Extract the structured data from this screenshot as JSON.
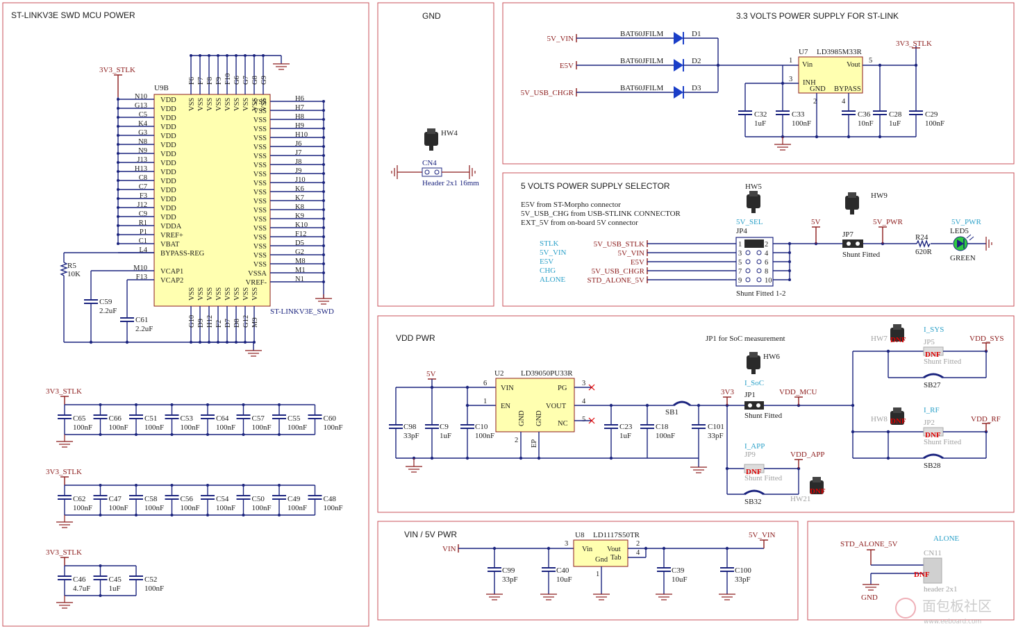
{
  "sections": {
    "mcu_power": "ST-LINKV3E SWD MCU POWER",
    "gnd": "GND",
    "st_link_supply": "3.3 VOLTS POWER SUPPLY FOR ST-LINK",
    "five_v_selector": "5 VOLTS POWER SUPPLY SELECTOR",
    "vdd_pwr": "VDD PWR",
    "vin_5v_pwr": "VIN / 5V PWR"
  },
  "nets": {
    "v3v3_stlk": "3V3_STLK",
    "v5v_vin": "5V_VIN",
    "e5v": "E5V",
    "v5v_usb_chgr": "5V_USB_CHGR",
    "v5v": "5V",
    "v5v_pwr": "5V_PWR",
    "v5v_usb_stlk": "5V_USB_STLK",
    "std_alone_5v": "STD_ALONE_5V",
    "std_alone_5v_alt": "STD_ALONE_5V",
    "v3v3": "3V3",
    "vdd_mcu": "VDD_MCU",
    "vdd_sys": "VDD_SYS",
    "vdd_rf": "VDD_RF",
    "vdd_app": "VDD_APP",
    "vin": "VIN",
    "gnd_label": "GND"
  },
  "u9b": {
    "ref": "U9B",
    "name": "ST-LINKV3E_SWD",
    "left_pins": [
      {
        "num": "N10",
        "name": "VDD"
      },
      {
        "num": "G13",
        "name": "VDD"
      },
      {
        "num": "C5",
        "name": "VDD"
      },
      {
        "num": "K4",
        "name": "VDD"
      },
      {
        "num": "G3",
        "name": "VDD"
      },
      {
        "num": "N8",
        "name": "VDD"
      },
      {
        "num": "N9",
        "name": "VDD"
      },
      {
        "num": "J13",
        "name": "VDD"
      },
      {
        "num": "H13",
        "name": "VDD"
      },
      {
        "num": "C8",
        "name": "VDD"
      },
      {
        "num": "C7",
        "name": "VDD"
      },
      {
        "num": "F3",
        "name": "VDD"
      },
      {
        "num": "J12",
        "name": "VDD"
      },
      {
        "num": "C9",
        "name": "VDD"
      },
      {
        "num": "R1",
        "name": "VDDA"
      },
      {
        "num": "P1",
        "name": "VREF+"
      },
      {
        "num": "C1",
        "name": "VBAT"
      },
      {
        "num": "L4",
        "name": "BYPASS-REG"
      }
    ],
    "left_pins2": [
      {
        "num": "M10",
        "name": "VCAP1"
      },
      {
        "num": "F13",
        "name": "VCAP2"
      }
    ],
    "right_pins": [
      {
        "num": "H6",
        "name": "VSS"
      },
      {
        "num": "H7",
        "name": "VSS"
      },
      {
        "num": "H8",
        "name": "VSS"
      },
      {
        "num": "H9",
        "name": "VSS"
      },
      {
        "num": "H10",
        "name": "VSS"
      },
      {
        "num": "J6",
        "name": "VSS"
      },
      {
        "num": "J7",
        "name": "VSS"
      },
      {
        "num": "J8",
        "name": "VSS"
      },
      {
        "num": "J9",
        "name": "VSS"
      },
      {
        "num": "J10",
        "name": "VSS"
      },
      {
        "num": "K6",
        "name": "VSS"
      },
      {
        "num": "K7",
        "name": "VSS"
      },
      {
        "num": "K8",
        "name": "VSS"
      },
      {
        "num": "K9",
        "name": "VSS"
      },
      {
        "num": "K10",
        "name": "VSS"
      },
      {
        "num": "F12",
        "name": "VSS"
      },
      {
        "num": "D5",
        "name": "VSS"
      },
      {
        "num": "G2",
        "name": "VSS"
      },
      {
        "num": "M8",
        "name": "VSS"
      },
      {
        "num": "M1",
        "name": "VSSA"
      },
      {
        "num": "N1",
        "name": "VREF-"
      }
    ],
    "top_pins": [
      "F6",
      "F7",
      "F8",
      "F9",
      "F10",
      "G6",
      "G7",
      "G8",
      "G9"
    ],
    "bottom_pins": [
      "G10",
      "D9",
      "H12",
      "F2",
      "D7",
      "D8",
      "G12",
      "M9"
    ],
    "vss_label": "VSS"
  },
  "mcu_passives": {
    "r5_ref": "R5",
    "r5_val": "10K",
    "c59_ref": "C59",
    "c59_val": "2.2uF",
    "c61_ref": "C61",
    "c61_val": "2.2uF"
  },
  "decoupling": {
    "row1": [
      {
        "ref": "C65",
        "val": "100nF"
      },
      {
        "ref": "C66",
        "val": "100nF"
      },
      {
        "ref": "C51",
        "val": "100nF"
      },
      {
        "ref": "C53",
        "val": "100nF"
      },
      {
        "ref": "C64",
        "val": "100nF"
      },
      {
        "ref": "C57",
        "val": "100nF"
      },
      {
        "ref": "C55",
        "val": "100nF"
      },
      {
        "ref": "C60",
        "val": "100nF"
      }
    ],
    "row2": [
      {
        "ref": "C62",
        "val": "100nF"
      },
      {
        "ref": "C47",
        "val": "100nF"
      },
      {
        "ref": "C58",
        "val": "100nF"
      },
      {
        "ref": "C56",
        "val": "100nF"
      },
      {
        "ref": "C54",
        "val": "100nF"
      },
      {
        "ref": "C50",
        "val": "100nF"
      },
      {
        "ref": "C49",
        "val": "100nF"
      },
      {
        "ref": "C48",
        "val": "100nF"
      }
    ],
    "row3": [
      {
        "ref": "C46",
        "val": "4.7uF"
      },
      {
        "ref": "C45",
        "val": "1uF"
      },
      {
        "ref": "C52",
        "val": "100nF"
      }
    ]
  },
  "gnd_section": {
    "hw4": "HW4",
    "cn4": "CN4",
    "cn4_desc": "Header 2x1 16mm"
  },
  "st_link_supply": {
    "diode_part": "BAT60JFILM",
    "diodes": [
      "D1",
      "D2",
      "D3"
    ],
    "u7_ref": "U7",
    "u7_name": "LD3985M33R",
    "u7_pins": {
      "vin": "Vin",
      "vout": "Vout",
      "inh": "INH",
      "gnd": "GND",
      "bypass": "BYPASS",
      "p1": "1",
      "p3": "3",
      "p2": "2",
      "p4": "4",
      "p5": "5"
    },
    "caps": [
      {
        "ref": "C32",
        "val": "1uF"
      },
      {
        "ref": "C33",
        "val": "100nF"
      },
      {
        "ref": "C36",
        "val": "10nF"
      },
      {
        "ref": "C28",
        "val": "1uF"
      },
      {
        "ref": "C29",
        "val": "100nF"
      }
    ]
  },
  "five_v_selector": {
    "notes": [
      "E5V from ST-Morpho connector",
      "5V_USB_CHG from USB-STLINK CONNECTOR",
      "EXT_5V from on-board 5V connector"
    ],
    "hw5": "HW5",
    "hw9": "HW9",
    "jp4_net": "5V_SEL",
    "jp4_ref": "JP4",
    "jp4_desc": "Shunt Fitted 1-2",
    "jp4_pins_left": [
      "1",
      "3",
      "5",
      "7",
      "9"
    ],
    "jp4_pins_right": [
      "2",
      "4",
      "6",
      "8",
      "10"
    ],
    "legend": [
      "STLK",
      "5V_VIN",
      "E5V",
      "CHG",
      "ALONE"
    ],
    "inputs": [
      "5V_USB_STLK",
      "5V_VIN",
      "E5V",
      "5V_USB_CHGR",
      "STD_ALONE_5V"
    ],
    "jp7_ref": "JP7",
    "jp7_desc": "Shunt Fitted",
    "r24_ref": "R24",
    "r24_val": "620R",
    "led5_ref": "LED5",
    "led5_color": "GREEN"
  },
  "vdd_pwr": {
    "u2_ref": "U2",
    "u2_name": "LD39050PU33R",
    "u2_pins": {
      "vin": "VIN",
      "en": "EN",
      "pg": "PG",
      "vout": "VOUT",
      "nc": "NC",
      "gnd": "GND",
      "ep": "EP",
      "p6": "6",
      "p1": "1",
      "p2": "2",
      "p3": "3",
      "p4": "4",
      "p5": "5"
    },
    "caps_in": [
      {
        "ref": "C98",
        "val": "33pF"
      },
      {
        "ref": "C9",
        "val": "1uF"
      },
      {
        "ref": "C10",
        "val": "100nF"
      }
    ],
    "caps_out": [
      {
        "ref": "C23",
        "val": "1uF"
      },
      {
        "ref": "C18",
        "val": "100nF"
      }
    ],
    "sb1": "SB1",
    "c101_ref": "C101",
    "c101_val": "33pF",
    "jp1_note": "JP1 for SoC measurement",
    "hw6": "HW6",
    "i_soc": "I_SoC",
    "jp1_ref": "JP1",
    "jp1_desc": "Shunt Fitted",
    "i_app": "I_APP",
    "jp9_ref": "JP9",
    "dnf": "DNF",
    "shunt_fitted": "Shunt Fitted",
    "sb32": "SB32",
    "hw21": "HW21",
    "i_sys": "I_SYS",
    "hw7": "HW7",
    "jp5_ref": "JP5",
    "sb27": "SB27",
    "i_rf": "I_RF",
    "hw8": "HW8",
    "jp2_ref": "JP2",
    "sb28": "SB28"
  },
  "vin_5v_pwr": {
    "u8_ref": "U8",
    "u8_name": "LD1117S50TR",
    "u8_pins": {
      "vin": "Vin",
      "vout": "Vout",
      "gnd": "Gnd",
      "tab": "Tab",
      "p3": "3",
      "p2": "2",
      "p4": "4",
      "p1": "1"
    },
    "caps": [
      {
        "ref": "C99",
        "val": "33pF"
      },
      {
        "ref": "C40",
        "val": "10uF"
      },
      {
        "ref": "C39",
        "val": "10uF"
      },
      {
        "ref": "C100",
        "val": "33pF"
      }
    ]
  },
  "alone": {
    "alone_label": "ALONE",
    "cn11_ref": "CN11",
    "cn11_desc": "header 2x1",
    "dnf": "DNF"
  },
  "footer": {
    "watermark": "面包板社区",
    "watermark_url": "www.eeboard.com"
  },
  "colors": {
    "wire": "#1a237e",
    "power": "#8b1a1a",
    "body": "#ffffb0",
    "frame": "#c8505a",
    "dnf": "#e00000",
    "net_label_blue": "#2aa0c8"
  }
}
